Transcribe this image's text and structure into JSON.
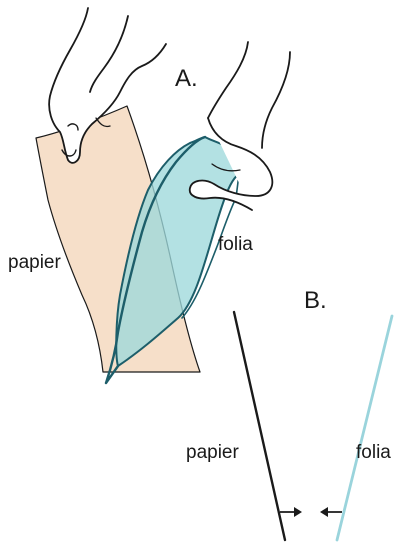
{
  "diagram": {
    "panel_a_label": "A.",
    "panel_b_label": "B.",
    "panel_a": {
      "paper_label": "papier",
      "foil_label": "folia"
    },
    "panel_b": {
      "paper_label": "papier",
      "foil_label": "folia"
    }
  },
  "colors": {
    "paper_fill": "#f6dfc9",
    "foil_fill": "#9ed8db",
    "foil_edge": "#1d5e6a",
    "foil_line": "#9ad4dc",
    "ink": "#1a1a1a"
  },
  "icons": [
    "hand-icon",
    "arrow-right-icon",
    "arrow-left-icon"
  ]
}
